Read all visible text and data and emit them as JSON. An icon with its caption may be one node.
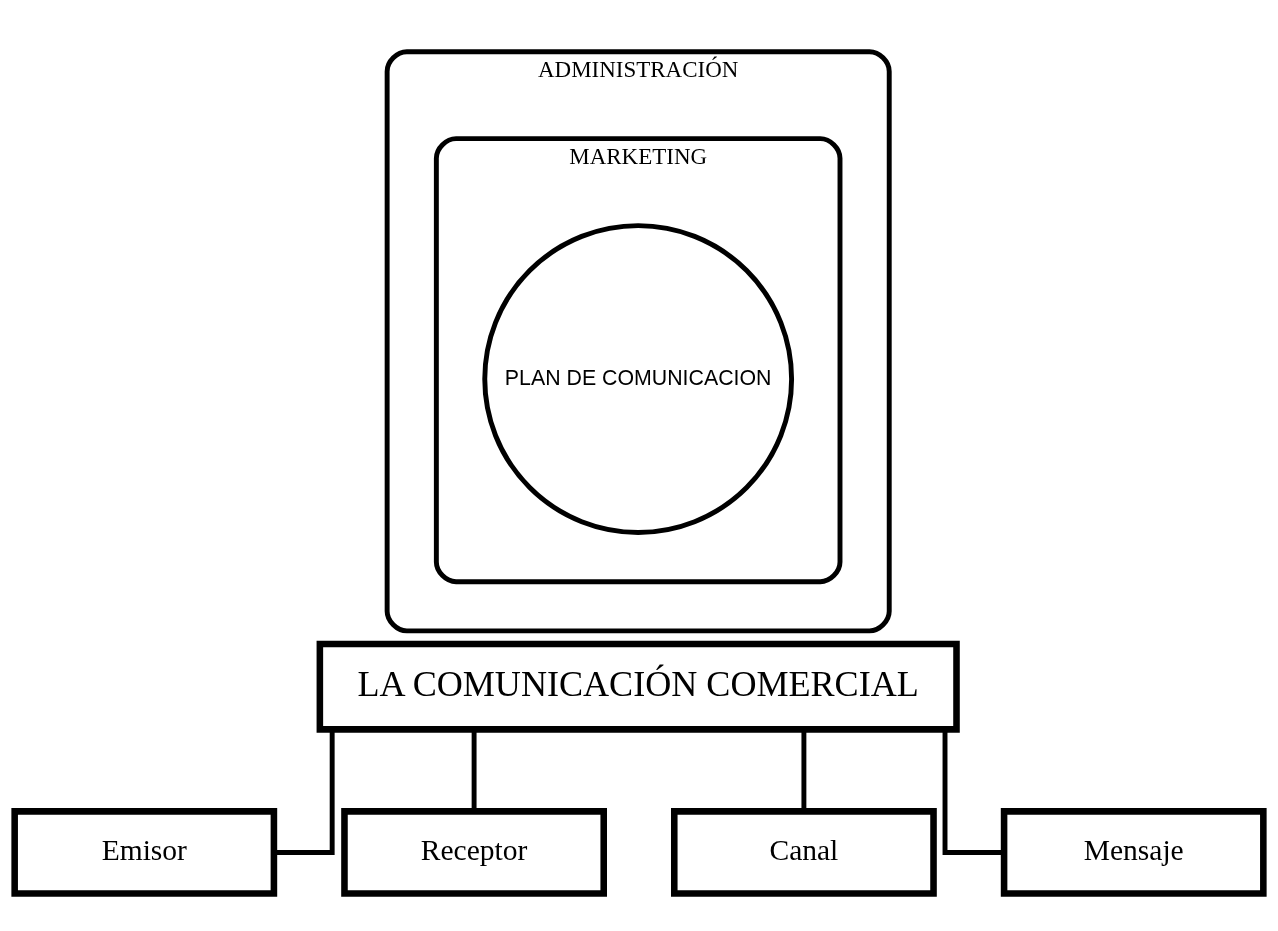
{
  "diagram": {
    "nodes": [
      {
        "text": [
          "ADMINISTRACIÓN"
        ]
      },
      {
        "text": [
          "MARKETING"
        ],
        "in": 0
      },
      {
        "text": [
          "PLAN DE COMUNICACION"
        ],
        "in": 1
      },
      {
        "text": [
          "LA COMUNICACIÓN COMERCIAL"
        ]
      },
      {
        "text": [
          "Emisor"
        ]
      },
      {
        "text": [
          "Receptor"
        ]
      },
      {
        "text": [
          "Canal"
        ]
      },
      {
        "text": [
          "Mensaje"
        ]
      }
    ],
    "edges": [
      {
        "from": 3,
        "to": 4,
        "arrow": "none"
      },
      {
        "from": 3,
        "to": 5,
        "arrow": "none"
      },
      {
        "from": 3,
        "to": 6,
        "arrow": "none"
      },
      {
        "from": 3,
        "to": 7,
        "arrow": "none"
      }
    ]
  }
}
